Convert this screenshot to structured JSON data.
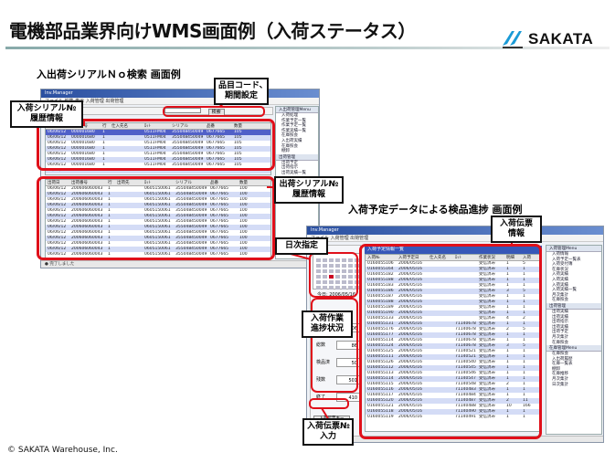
{
  "slide": {
    "title": "電機部品業界向けWMS画面例（入荷ステータス）",
    "brand": "SAKATA",
    "left_heading": "入出荷シリアルＮｏ検索 画面例",
    "right_heading": "入荷予定データによる検品進捗 画面例",
    "copyright": "© SAKATA Warehouse, Inc."
  },
  "callouts": {
    "item_code": "品目コード、\n期間設定",
    "inbound_serial": "入荷シリアル№\n履歴情報",
    "outbound_serial": "出荷シリアル№\n履歴情報",
    "inbound_slip": "入荷伝票\n情報",
    "date": "日次指定",
    "progress": "入荷作業\n進捗状況",
    "slip_input": "入荷伝票№\n入力"
  },
  "colors": {
    "red": "#e0101a",
    "title_blue": "#2a4fa0",
    "row_blue": "#d4dcf6",
    "select": "#5060c8"
  },
  "left_window": {
    "title": "Inv.Manager",
    "menu": "ファイル  編集  表示  入荷管理  出荷管理",
    "search_btn": "検索",
    "status": "● 完了しました",
    "top_grid": {
      "headers": [
        "入荷日",
        "伝票番号",
        "行",
        "仕入先名",
        "ﾛｯﾄ",
        "シリアル",
        "品番",
        "数量"
      ],
      "rows": [
        [
          "06/06/12",
          "000001680",
          "1",
          "",
          "0511FM04",
          "355048450049",
          "0677665",
          "105"
        ],
        [
          "06/06/12",
          "000001680",
          "1",
          "",
          "0511FM04",
          "355048450049",
          "0677665",
          "105"
        ],
        [
          "06/06/12",
          "000001680",
          "1",
          "",
          "0511FM04",
          "355048450049",
          "0677665",
          "105"
        ],
        [
          "06/06/12",
          "000001680",
          "1",
          "",
          "0511FM04",
          "355048450049",
          "0677665",
          "105"
        ],
        [
          "06/06/12",
          "000001680",
          "1",
          "",
          "0511FM04",
          "355048450049",
          "0677665",
          "105"
        ],
        [
          "06/06/12",
          "000001680",
          "1",
          "",
          "0511FM04",
          "355048450049",
          "0677665",
          "105"
        ],
        [
          "06/06/12",
          "000001680",
          "1",
          "",
          "0511FM04",
          "355048450049",
          "0677665",
          "105"
        ],
        [
          "06/06/12",
          "000001680",
          "1",
          "",
          "0511FM04",
          "355048450049",
          "0677665",
          "105"
        ]
      ]
    },
    "bottom_grid": {
      "headers": [
        "出荷日",
        "出荷番号",
        "行",
        "出荷先",
        "ﾛｯﾄ",
        "シリアル",
        "品番",
        "数量"
      ],
      "rows": [
        [
          "06/06/12",
          "200606060043",
          "1",
          "",
          "0605150061",
          "355048450049",
          "0677665",
          "100"
        ],
        [
          "06/06/12",
          "200606060043",
          "1",
          "",
          "0605150061",
          "355048450049",
          "0677665",
          "100"
        ],
        [
          "06/06/12",
          "200606060043",
          "1",
          "",
          "0605150061",
          "355048450049",
          "0677665",
          "100"
        ],
        [
          "06/06/12",
          "200606060043",
          "1",
          "",
          "0605150061",
          "355048450049",
          "0677665",
          "100"
        ],
        [
          "06/06/12",
          "200606060043",
          "1",
          "",
          "0605150061",
          "355048450049",
          "0677665",
          "100"
        ],
        [
          "06/06/12",
          "200606060043",
          "1",
          "",
          "0605150061",
          "355048450049",
          "0677665",
          "100"
        ],
        [
          "06/06/12",
          "200606060043",
          "1",
          "",
          "0605150061",
          "355048450049",
          "0677665",
          "100"
        ],
        [
          "06/06/12",
          "200606060043",
          "1",
          "",
          "0605150061",
          "355048450049",
          "0677665",
          "100"
        ],
        [
          "06/06/12",
          "200606060043",
          "1",
          "",
          "0605150061",
          "355048450049",
          "0677665",
          "100"
        ],
        [
          "06/06/12",
          "200606060043",
          "1",
          "",
          "0605150061",
          "355048450049",
          "0677665",
          "100"
        ],
        [
          "06/06/12",
          "200606060043",
          "1",
          "",
          "0605150061",
          "355048450049",
          "0677665",
          "100"
        ],
        [
          "06/06/12",
          "200606060043",
          "1",
          "",
          "0605150061",
          "355048450049",
          "0677665",
          "100"
        ],
        [
          "06/06/12",
          "200606060043",
          "1",
          "",
          "0605150061",
          "355048450049",
          "0677665",
          "100"
        ],
        [
          "06/06/12",
          "200606060043",
          "1",
          "",
          "0605150061",
          "355048450049",
          "0677665",
          "100"
        ],
        [
          "06/06/12",
          "200606060043",
          "1",
          "",
          "0605150061",
          "355048450049",
          "0677665",
          "100"
        ],
        [
          "06/06/12",
          "200606060043",
          "1",
          "",
          "0605150061",
          "355048450049",
          "0677665",
          "100"
        ],
        [
          "06/06/12",
          "200606060043",
          "1",
          "",
          "0605150061",
          "355048450049",
          "0677665",
          "100"
        ]
      ]
    },
    "side_sections": [
      {
        "header": "入出荷管理Menu",
        "items": [
          "入荷処理",
          "作業予定一覧",
          "作業予定一覧",
          "作業実績一覧",
          "在庫照会",
          "入出荷実績",
          "在庫照会",
          "棚卸"
        ]
      },
      {
        "header": "出荷管理",
        "items": [
          "出荷予定",
          "出荷指示",
          "出荷実績一覧"
        ]
      },
      {
        "header": "履歴",
        "items": [
          "シリアル検索",
          "期間指定",
          "品目別",
          "倉庫別"
        ]
      }
    ]
  },
  "right_window": {
    "title": "Inv.Manager",
    "menu": "ファイル  入荷管理  出荷管理",
    "grid_title": "入荷予定情報一覧",
    "calendar_caption": "今日: 2006/05/16",
    "slip_btn": "入荷伝票キー",
    "kenpin_btn": "検品",
    "progress_labels": [
      "予定",
      "総数",
      "検品済",
      "残数",
      "終了"
    ],
    "progress_values": [
      "206",
      "86",
      "50",
      "501",
      "410"
    ],
    "status": "接続状態 SQH",
    "headers": [
      "入荷№",
      "入荷予定日",
      "仕入先名",
      "ﾛｯﾄ",
      "作業状況",
      "明細",
      "入荷"
    ],
    "rows": [
      [
        "0160055106",
        "2006/05/16",
        "",
        "",
        "受信済み",
        "1",
        "5"
      ],
      [
        "0160055164",
        "2006/05/16",
        "",
        "",
        "受信済み",
        "1",
        "1"
      ],
      [
        "0160055182",
        "2006/05/16",
        "",
        "",
        "受信済み",
        "1",
        "1"
      ],
      [
        "0160055188",
        "2006/05/16",
        "",
        "",
        "受信済み",
        "1",
        "1"
      ],
      [
        "0160055183",
        "2006/05/16",
        "",
        "",
        "受信済み",
        "1",
        "1"
      ],
      [
        "0160055186",
        "2006/05/16",
        "",
        "",
        "受信済み",
        "3",
        "5"
      ],
      [
        "0160055187",
        "2006/05/16",
        "",
        "",
        "受信済み",
        "1",
        "1"
      ],
      [
        "0160055188",
        "2006/05/16",
        "",
        "",
        "受信済み",
        "1",
        "1"
      ],
      [
        "0160055189",
        "2006/05/16",
        "",
        "",
        "受信済み",
        "1",
        "1"
      ],
      [
        "0160055190",
        "2006/05/16",
        "",
        "",
        "受信済み",
        "1",
        "1"
      ],
      [
        "0160055133",
        "2006/05/16",
        "",
        "",
        "受信済み",
        "4",
        "2"
      ],
      [
        "0160055131",
        "2006/05/16",
        "",
        "71140678",
        "受信済み",
        "1",
        "1"
      ],
      [
        "0160055176",
        "2006/05/16",
        "",
        "71140678",
        "受信済み",
        "2",
        "5"
      ],
      [
        "0160055177",
        "2006/05/16",
        "",
        "71140678",
        "受信済み",
        "1",
        "1"
      ],
      [
        "0160055114",
        "2006/05/16",
        "",
        "71140678",
        "受信済み",
        "1",
        "1"
      ],
      [
        "0160055124",
        "2006/05/16",
        "",
        "71140678",
        "受信済み",
        "3",
        "5"
      ],
      [
        "0160055125",
        "2006/05/16",
        "",
        "71140521",
        "受信済み",
        "1",
        "1"
      ],
      [
        "0160055111",
        "2006/05/16",
        "",
        "71140521",
        "受信済み",
        "1",
        "1"
      ],
      [
        "0160055126",
        "2006/05/16",
        "",
        "71140540",
        "受信済み",
        "1",
        "1"
      ],
      [
        "0160055112",
        "2006/05/16",
        "",
        "71140545",
        "受信済み",
        "1",
        "1"
      ],
      [
        "0160055113",
        "2006/05/16",
        "",
        "71140546",
        "受信済み",
        "1",
        "1"
      ],
      [
        "0160055114",
        "2006/05/16",
        "",
        "71140547",
        "受信済み",
        "1",
        "1"
      ],
      [
        "0160055115",
        "2006/05/16",
        "",
        "71140548",
        "受信済み",
        "2",
        "1"
      ],
      [
        "0160055116",
        "2006/05/16",
        "",
        "71140483",
        "受信済み",
        "1",
        "1"
      ],
      [
        "0160055117",
        "2006/05/16",
        "",
        "71140484",
        "受信済み",
        "1",
        "1"
      ],
      [
        "0160055120",
        "2006/05/16",
        "",
        "71140487",
        "受信済み",
        "2",
        "11"
      ],
      [
        "0160055121",
        "2006/05/16",
        "",
        "71140488",
        "受信済み",
        "10",
        "166"
      ],
      [
        "0160055118",
        "2006/05/16",
        "",
        "71140490",
        "受信済み",
        "1",
        "1"
      ],
      [
        "0160055119",
        "2006/05/16",
        "",
        "71140491",
        "受信済み",
        "1",
        "1"
      ]
    ],
    "side_sections": [
      {
        "header": "入荷管理Menu",
        "items": [
          "入荷情報",
          "入荷予定一覧表",
          "入荷受付簿",
          "在庫状況",
          "入荷実績",
          "入荷実績",
          "入荷実績",
          "入荷実績一覧",
          "月次集計",
          "在庫照会"
        ]
      },
      {
        "header": "出荷管理",
        "items": [
          "出荷実績",
          "出荷実績",
          "出荷指示",
          "出荷実績",
          "出荷予定",
          "月次集計",
          "在庫照会"
        ]
      },
      {
        "header": "在庫管理Menu",
        "items": [
          "在庫照会",
          "入出荷履歴",
          "在庫一覧表",
          "棚卸",
          "在庫推移",
          "月次集計",
          "日次集計"
        ]
      }
    ]
  }
}
